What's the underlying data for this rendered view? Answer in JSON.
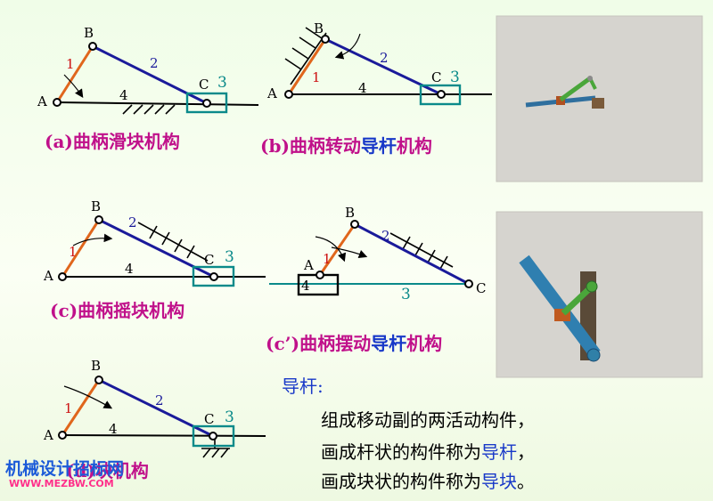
{
  "diagrams": {
    "a": {
      "caption_parts": [
        {
          "text": "(a)曲柄滑块机构",
          "color": "#c0108a"
        }
      ],
      "points": {
        "A": "A",
        "B": "B",
        "C": "C"
      },
      "links": {
        "l1": "1",
        "l2": "2",
        "l3": "3",
        "l4": "4"
      }
    },
    "b": {
      "caption_parts": [
        {
          "text": "(b)曲柄转动",
          "color": "#c0108a"
        },
        {
          "text": "导杆",
          "color": "#1838c8"
        },
        {
          "text": "机构",
          "color": "#c0108a"
        }
      ],
      "points": {
        "A": "A",
        "B": "B",
        "C": "C"
      },
      "links": {
        "l1": "1",
        "l2": "2",
        "l3": "3",
        "l4": "4"
      }
    },
    "c": {
      "caption_parts": [
        {
          "text": "(c)曲柄摇块机构",
          "color": "#c0108a"
        }
      ],
      "points": {
        "A": "A",
        "B": "B",
        "C": "C"
      },
      "links": {
        "l1": "1",
        "l2": "2",
        "l3": "3",
        "l4": "4"
      }
    },
    "c2": {
      "caption_parts": [
        {
          "text": "(c’)曲柄摆动",
          "color": "#c0108a"
        },
        {
          "text": "导杆",
          "color": "#1838c8"
        },
        {
          "text": "机构",
          "color": "#c0108a"
        }
      ],
      "points": {
        "A": "A",
        "B": "B",
        "C": "C"
      },
      "links": {
        "l1": "1",
        "l2": "2",
        "l3": "3",
        "l4": "4"
      }
    },
    "d": {
      "caption_parts": [
        {
          "text": "(d)",
          "color": "#c0108a"
        },
        {
          "text": "块机构",
          "color": "#c0108a"
        }
      ],
      "points": {
        "A": "A",
        "B": "B",
        "C": "C"
      },
      "links": {
        "l1": "1",
        "l2": "2",
        "l3": "3",
        "l4": "4"
      }
    }
  },
  "definition": {
    "title": "导杆:",
    "line1": "组成移动副的两活动构件，",
    "line2_parts": [
      {
        "text": "画成杆状的构件称为",
        "color": "#000000"
      },
      {
        "text": "导杆",
        "color": "#1838c8"
      },
      {
        "text": "，",
        "color": "#000000"
      }
    ],
    "line3_parts": [
      {
        "text": "画成块状的构件称为",
        "color": "#000000"
      },
      {
        "text": "导块",
        "color": "#1838c8"
      },
      {
        "text": "。",
        "color": "#000000"
      }
    ]
  },
  "watermark": {
    "name": "机械设计招标网",
    "url": "WWW.MEZBW.COM"
  },
  "colors": {
    "crank": "#e0661c",
    "coupler": "#1a1a9a",
    "slider": "#0a8a8a",
    "frame": "#000000",
    "caption": "#c0108a",
    "highlight": "#1838c8",
    "point_label": "#000000",
    "link1_label": "#cc1010",
    "link2_label": "#1a1a9a",
    "link3_label": "#0a8a8a"
  }
}
